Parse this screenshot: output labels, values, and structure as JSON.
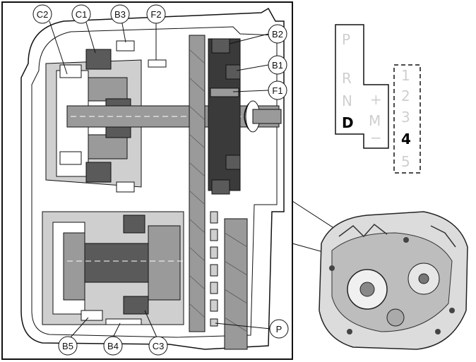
{
  "callouts": {
    "c2": "C2",
    "c1": "C1",
    "b3": "B3",
    "f2": "F2",
    "b2": "B2",
    "b1": "B1",
    "f1": "F1",
    "b5": "B5",
    "b4": "B4",
    "c3": "C3",
    "p": "P"
  },
  "shifter": {
    "gate_left": [
      "P",
      "R",
      "N"
    ],
    "selected_drive": "D",
    "manual_plus": "+",
    "manual_label": "M",
    "manual_minus": "−",
    "gears": [
      "1",
      "2",
      "3",
      "4",
      "5"
    ],
    "active_gear": "4"
  },
  "colors": {
    "line": "#111111",
    "housing_fill": "#ffffff",
    "light_gray": "#cfcfcf",
    "mid_gray": "#9a9a9a",
    "dark_gray": "#5a5a5a",
    "darkest": "#3a3a3a"
  }
}
